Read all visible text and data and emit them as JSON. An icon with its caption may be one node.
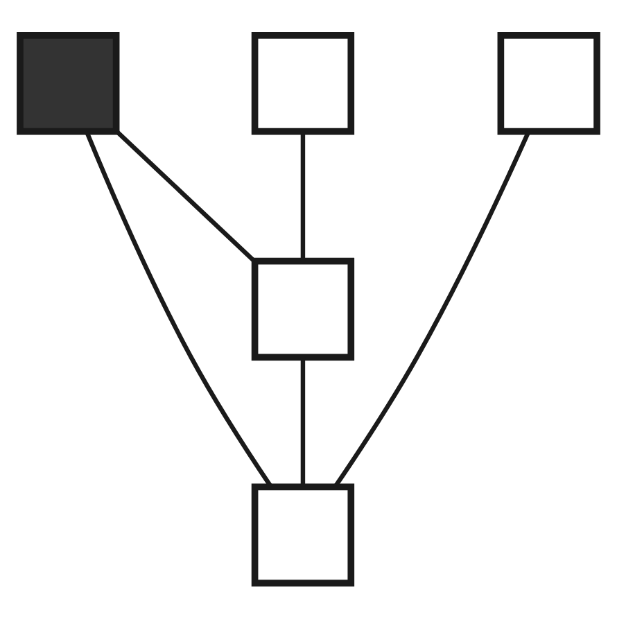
{
  "diagram": {
    "nodes": [
      {
        "text": [],
        "shape": "box"
      },
      {
        "text": [],
        "shape": "box"
      },
      {
        "text": [],
        "shape": "box"
      },
      {
        "text": [],
        "shape": "box"
      },
      {
        "text": [],
        "shape": "box"
      }
    ],
    "edges": [
      {
        "from": 1,
        "to": 4,
        "arrow": "none"
      },
      {
        "from": 0,
        "to": 4,
        "arrow": "none"
      },
      {
        "from": 0,
        "to": 3,
        "arrow": "none"
      },
      {
        "from": 2,
        "to": 3,
        "arrow": "none"
      },
      {
        "from": 4,
        "to": 3,
        "arrow": "none"
      }
    ]
  }
}
